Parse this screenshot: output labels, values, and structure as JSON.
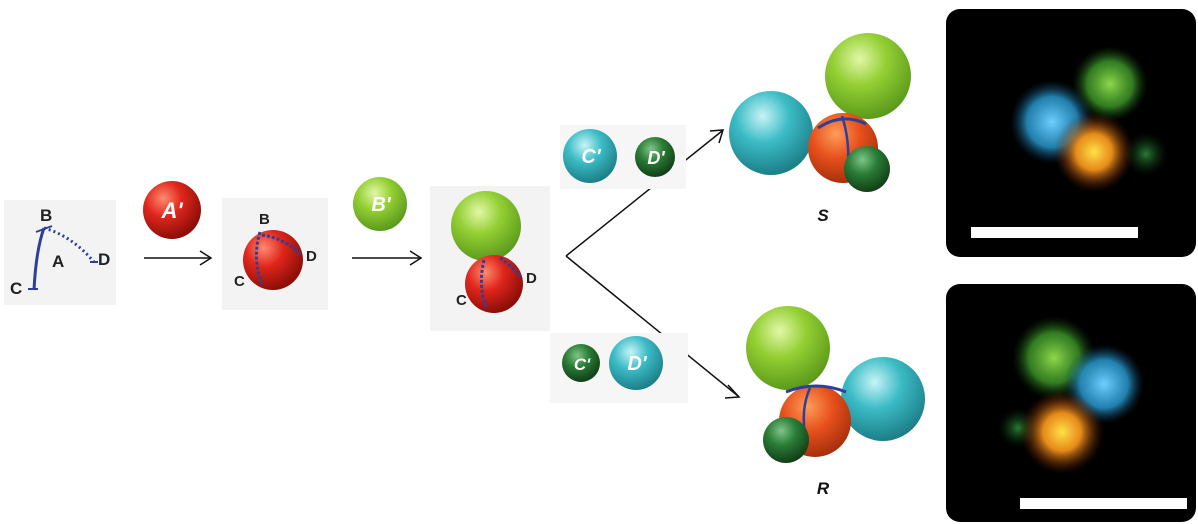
{
  "step1": {
    "labels": {
      "b": "B",
      "a": "A",
      "c": "C",
      "d": "D"
    }
  },
  "reagent_a": {
    "label": "A'"
  },
  "step2": {
    "labels": {
      "b": "B",
      "c": "C",
      "d": "D"
    }
  },
  "reagent_b": {
    "label": "B'"
  },
  "step3": {
    "labels": {
      "c": "C",
      "d": "D"
    }
  },
  "reagents_top": {
    "c_label": "C'",
    "d_label": "D'"
  },
  "reagents_bottom": {
    "c_label": "C'",
    "d_label": "D'"
  },
  "product_s": {
    "label": "S"
  },
  "product_r": {
    "label": "R"
  },
  "colors": {
    "red_sphere": "#e0261c",
    "light_green": "#8fce2e",
    "cyan": "#3cbcc6",
    "dark_green": "#1f6b2a",
    "core_orange": "#e6501c",
    "seam": "#2e3f9a",
    "micrograph_bg": "#000000"
  }
}
